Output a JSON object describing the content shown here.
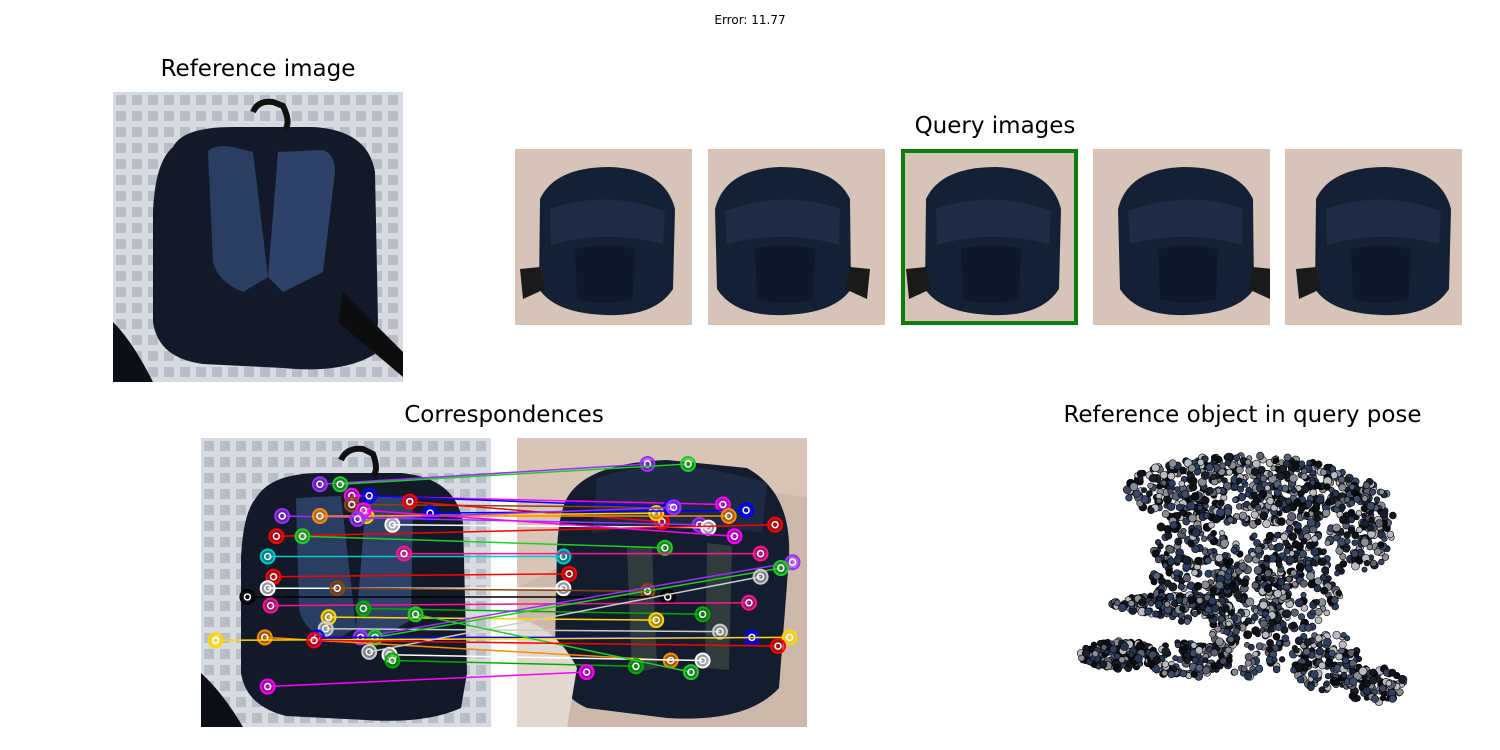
{
  "figure": {
    "error_text": "Error: 11.77",
    "reference_title": "Reference image",
    "query_title": "Query images",
    "correspondences_title": "Correspondences",
    "pose_title": "Reference object in query pose"
  },
  "query_images": [
    {
      "view": "front",
      "selected": false
    },
    {
      "view": "side",
      "selected": false
    },
    {
      "view": "back",
      "selected": true
    },
    {
      "view": "side-angled",
      "selected": false
    },
    {
      "view": "front-angled",
      "selected": false
    }
  ],
  "colors": {
    "selection_border": "#0a7d0a",
    "match_palette": [
      "#9b30ff",
      "#22cc22",
      "#ff00ff",
      "#8b4513",
      "#0000ff",
      "#ff0000",
      "#ffd700",
      "#00cccc",
      "#ffffff",
      "#ff8c00",
      "#00aa00",
      "#ff1493",
      "#000000",
      "#cccccc"
    ]
  },
  "matches": [
    [
      0.41,
      0.16,
      0.45,
      0.09,
      0
    ],
    [
      0.48,
      0.16,
      0.59,
      0.09,
      1
    ],
    [
      0.52,
      0.2,
      0.71,
      0.23,
      2
    ],
    [
      0.52,
      0.23,
      0.53,
      0.24,
      3
    ],
    [
      0.58,
      0.2,
      0.53,
      0.24,
      4
    ],
    [
      0.72,
      0.22,
      0.5,
      0.29,
      5
    ],
    [
      0.57,
      0.27,
      0.48,
      0.26,
      6
    ],
    [
      0.79,
      0.26,
      0.79,
      0.25,
      4
    ],
    [
      0.28,
      0.27,
      0.63,
      0.3,
      0
    ],
    [
      0.41,
      0.27,
      0.73,
      0.27,
      9
    ],
    [
      0.66,
      0.3,
      0.66,
      0.31,
      8
    ],
    [
      0.26,
      0.34,
      0.89,
      0.3,
      5
    ],
    [
      0.35,
      0.34,
      0.51,
      0.38,
      1
    ],
    [
      0.56,
      0.25,
      0.75,
      0.34,
      2
    ],
    [
      0.23,
      0.41,
      0.16,
      0.41,
      7
    ],
    [
      0.25,
      0.48,
      0.18,
      0.47,
      5
    ],
    [
      0.23,
      0.52,
      0.16,
      0.52,
      8
    ],
    [
      0.47,
      0.52,
      0.45,
      0.53,
      3
    ],
    [
      0.16,
      0.55,
      0.52,
      0.55,
      12
    ],
    [
      0.24,
      0.58,
      0.8,
      0.57,
      11
    ],
    [
      0.56,
      0.59,
      0.64,
      0.61,
      10
    ],
    [
      0.44,
      0.62,
      0.48,
      0.63,
      6
    ],
    [
      0.43,
      0.66,
      0.7,
      0.67,
      13
    ],
    [
      0.55,
      0.69,
      0.95,
      0.43,
      0
    ],
    [
      0.6,
      0.69,
      0.91,
      0.45,
      1
    ],
    [
      0.4,
      0.69,
      0.81,
      0.69,
      4
    ],
    [
      0.22,
      0.69,
      0.53,
      0.77,
      9
    ],
    [
      0.05,
      0.7,
      0.94,
      0.69,
      6
    ],
    [
      0.65,
      0.75,
      0.64,
      0.77,
      8
    ],
    [
      0.58,
      0.74,
      0.84,
      0.48,
      13
    ],
    [
      0.66,
      0.77,
      0.41,
      0.79,
      10
    ],
    [
      0.23,
      0.86,
      0.24,
      0.81,
      2
    ],
    [
      0.74,
      0.61,
      0.6,
      0.81,
      1
    ],
    [
      0.39,
      0.7,
      0.9,
      0.72,
      5
    ],
    [
      0.7,
      0.4,
      0.84,
      0.4,
      11
    ],
    [
      0.54,
      0.28,
      0.54,
      0.24,
      0
    ]
  ]
}
